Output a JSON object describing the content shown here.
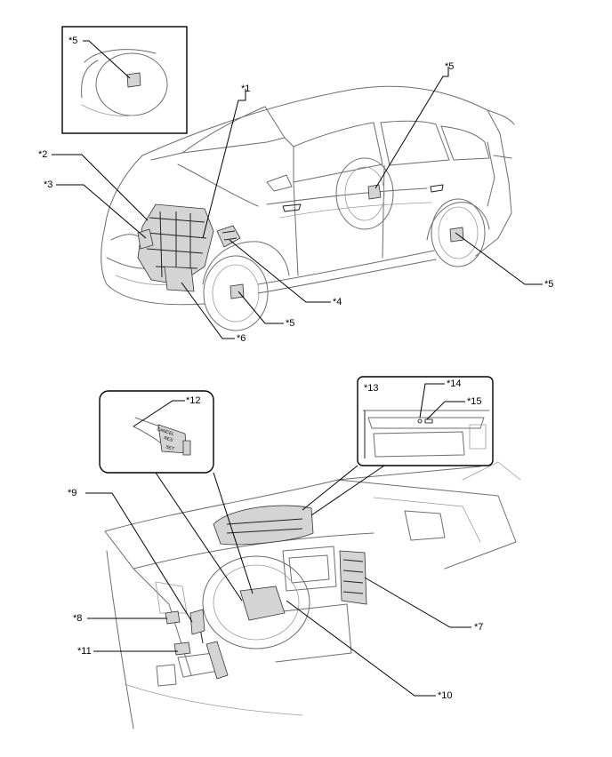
{
  "callouts": {
    "c1": "*1",
    "c2": "*2",
    "c3": "*3",
    "c4": "*4",
    "c5_inset": "*5",
    "c5_rear_window": "*5",
    "c5_front_wheel": "*5",
    "c5_rear_wheel": "*5",
    "c6": "*6",
    "c7": "*7",
    "c8": "*8",
    "c9": "*9",
    "c10": "*10",
    "c11": "*11",
    "c12": "*12",
    "c13": "*13",
    "c14": "*14",
    "c15": "*15"
  },
  "switch_text": {
    "cancel": "CANCEL",
    "res": "RES",
    "set": "SET"
  },
  "colors": {
    "line": "#000000",
    "drawing": "#6d6d6d",
    "part_fill": "#d4d4d4"
  }
}
